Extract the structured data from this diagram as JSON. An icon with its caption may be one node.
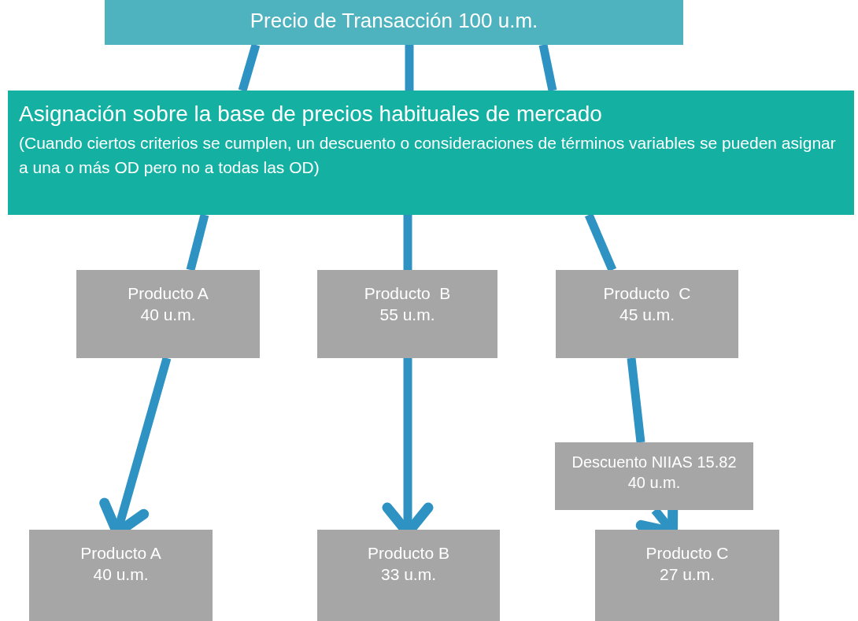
{
  "diagram": {
    "nodes": [
      {
        "text": [
          "Precio de Transacción 100 u.m."
        ]
      },
      {
        "text": [
          "Asignación sobre la base de precios habituales de mercado",
          "(Cuando ciertos criterios se cumplen, un descuento o consideraciones de términos variables se pueden asignar a una o más OD pero no a todas las OD)"
        ]
      },
      {
        "text": [
          "Producto A",
          "40 u.m."
        ]
      },
      {
        "text": [
          "Producto  B",
          "55 u.m."
        ]
      },
      {
        "text": [
          "Producto  C",
          "45 u.m."
        ]
      },
      {
        "text": [
          "Descuento NIIAS 15.82",
          "40 u.m."
        ]
      },
      {
        "text": [
          "Producto A",
          "40 u.m."
        ]
      },
      {
        "text": [
          "Producto B",
          "33 u.m."
        ]
      },
      {
        "text": [
          "Producto C",
          "27 u.m."
        ]
      }
    ],
    "edges": [
      {
        "from": 0,
        "to": 1,
        "arrow": "none"
      },
      {
        "from": 0,
        "to": 1,
        "arrow": "none"
      },
      {
        "from": 0,
        "to": 1,
        "arrow": "none"
      },
      {
        "from": 1,
        "to": 2,
        "arrow": "none"
      },
      {
        "from": 1,
        "to": 3,
        "arrow": "none"
      },
      {
        "from": 1,
        "to": 4,
        "arrow": "none"
      },
      {
        "from": 2,
        "to": 6,
        "arrow": "to"
      },
      {
        "from": 3,
        "to": 7,
        "arrow": "to"
      },
      {
        "from": 4,
        "to": 5,
        "arrow": "none"
      },
      {
        "from": 5,
        "to": 8,
        "arrow": "to"
      }
    ]
  }
}
